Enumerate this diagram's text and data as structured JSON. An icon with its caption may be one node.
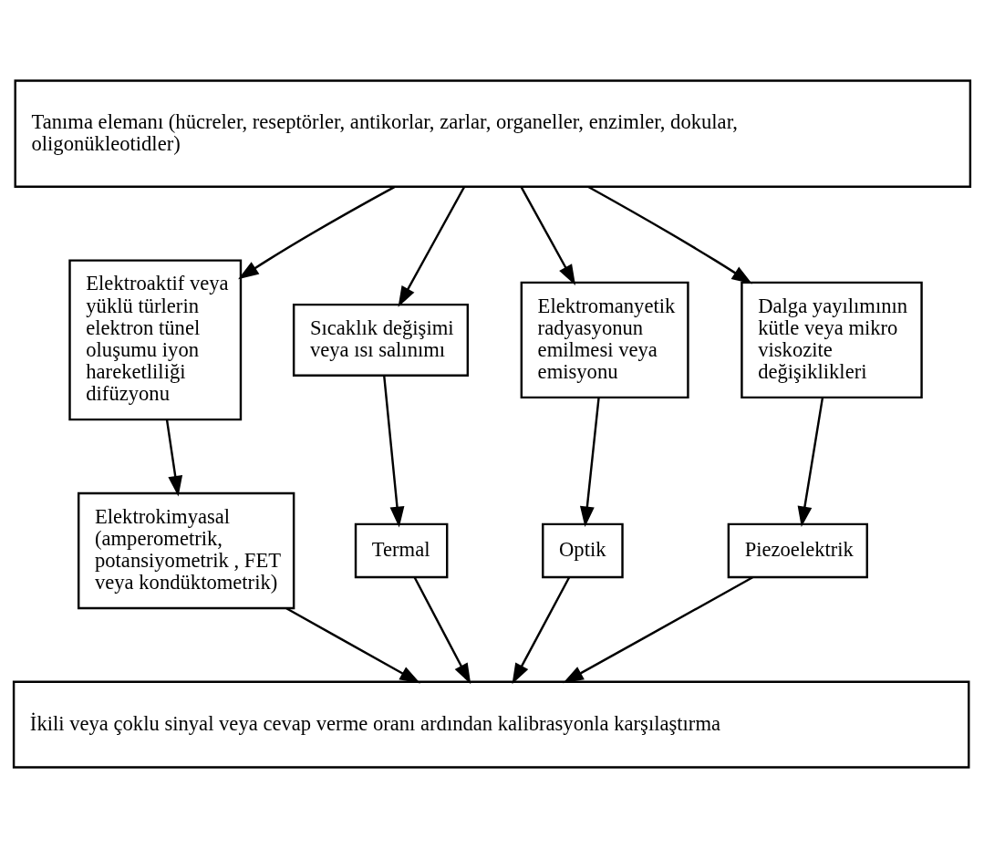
{
  "diagram": {
    "nodes": [
      {
        "text": [
          "Tanıma elemanı (hücreler, reseptörler, antikorlar, zarlar, organeller, enzimler, dokular, oligonükleotidler)"
        ]
      },
      {
        "text": [
          "Elektroaktif veya yüklü türlerin elektron tünel oluşumu iyon hareketliliği difüzyonu"
        ]
      },
      {
        "text": [
          "Sıcaklık değişimi veya ısı salınımı"
        ]
      },
      {
        "text": [
          "Elektromanyetik radyasyonun emilmesi veya emisyonu"
        ]
      },
      {
        "text": [
          "Dalga yayılımının kütle veya mikro viskozite değişiklikleri"
        ]
      },
      {
        "text": [
          "Elektrokimyasal (amperometrik, potansiyometrik , FET veya kondüktometrik)"
        ]
      },
      {
        "text": [
          "Termal"
        ]
      },
      {
        "text": [
          "Optik"
        ]
      },
      {
        "text": [
          "Piezoelektrik"
        ]
      },
      {
        "text": [
          "İkili veya çoklu sinyal veya cevap verme oranı ardından kalibrasyonla karşılaştırma"
        ]
      }
    ],
    "edges": [
      {
        "from": 0,
        "to": 1,
        "arrow": "to"
      },
      {
        "from": 0,
        "to": 2,
        "arrow": "to"
      },
      {
        "from": 0,
        "to": 3,
        "arrow": "to"
      },
      {
        "from": 0,
        "to": 4,
        "arrow": "to"
      },
      {
        "from": 1,
        "to": 5,
        "arrow": "to"
      },
      {
        "from": 2,
        "to": 6,
        "arrow": "to"
      },
      {
        "from": 3,
        "to": 7,
        "arrow": "to"
      },
      {
        "from": 4,
        "to": 8,
        "arrow": "to"
      },
      {
        "from": 5,
        "to": 9,
        "arrow": "to"
      },
      {
        "from": 6,
        "to": 9,
        "arrow": "to"
      },
      {
        "from": 7,
        "to": 9,
        "arrow": "to"
      },
      {
        "from": 8,
        "to": 9,
        "arrow": "to"
      }
    ]
  }
}
